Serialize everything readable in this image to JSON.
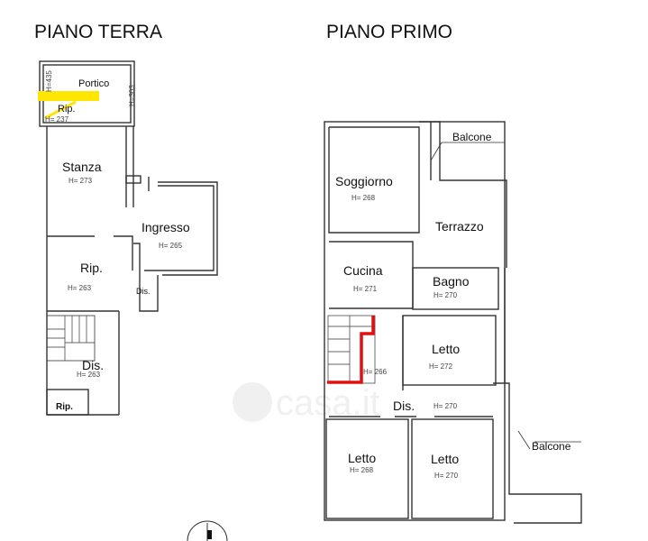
{
  "titles": {
    "ground": "PIANO TERRA",
    "first": "PIANO PRIMO"
  },
  "ground_floor": {
    "portico": {
      "name": "Portico",
      "height_left": "H=435",
      "height_right": "H=303"
    },
    "rip_top": {
      "name": "Rip.",
      "height": "H= 237"
    },
    "stanza": {
      "name": "Stanza",
      "height": "H= 273"
    },
    "ingresso": {
      "name": "Ingresso",
      "height": "H= 265"
    },
    "rip_mid": {
      "name": "Rip.",
      "height": "H= 263"
    },
    "dis_small": {
      "name": "Dis."
    },
    "dis": {
      "name": "Dis.",
      "height": "H= 263"
    },
    "rip_bottom": {
      "name": "Rip."
    }
  },
  "first_floor": {
    "balcone_top": {
      "name": "Balcone"
    },
    "soggiorno": {
      "name": "Soggiorno",
      "height": "H= 268"
    },
    "terrazzo": {
      "name": "Terrazzo"
    },
    "cucina": {
      "name": "Cucina",
      "height": "H= 271"
    },
    "bagno": {
      "name": "Bagno",
      "height": "H= 270"
    },
    "letto_1": {
      "name": "Letto",
      "height": "H= 272"
    },
    "stairs": {
      "height": "H= 266"
    },
    "dis": {
      "name": "Dis.",
      "height": "H= 270"
    },
    "letto_2": {
      "name": "Letto",
      "height": "H= 268"
    },
    "letto_3": {
      "name": "Letto",
      "height": "H= 270"
    },
    "balcone_right": {
      "name": "Balcone"
    }
  },
  "watermark": "casa.it",
  "colors": {
    "highlight": "#ffe600",
    "marker": "#e01010",
    "walls": "#333333"
  }
}
